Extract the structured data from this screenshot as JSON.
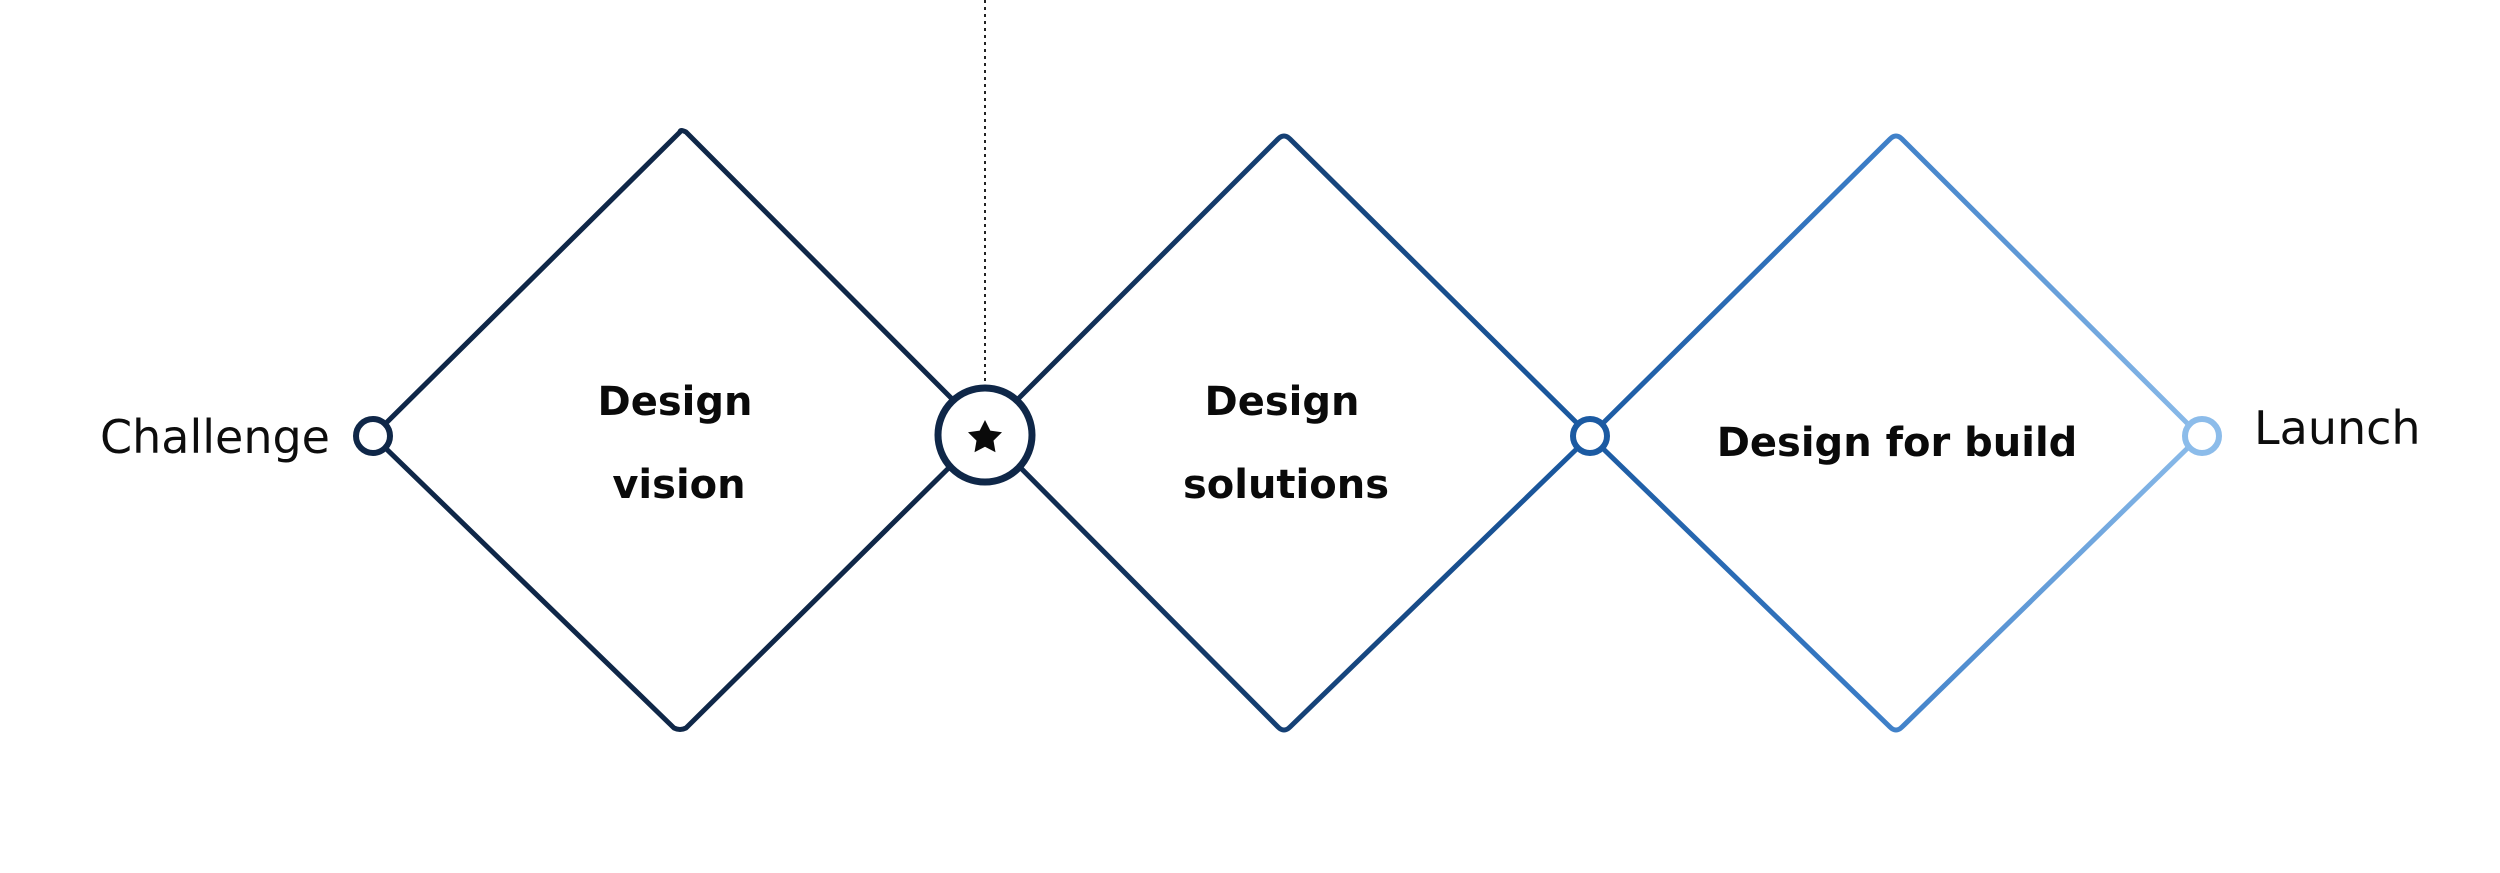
{
  "diagram": {
    "start_label": "Challenge",
    "end_label": "Launch",
    "stages": [
      {
        "lines": [
          "Design",
          "vision"
        ]
      },
      {
        "lines": [
          "Design",
          "solutions"
        ]
      },
      {
        "lines": [
          "Design for build"
        ]
      }
    ],
    "milestone_icon": "star-icon",
    "colors": {
      "navy": "#0f2748",
      "mid_blue": "#1b5aa2",
      "light_blue": "#8cbcea",
      "text": "#0a0a0a",
      "background": "#ffffff"
    }
  }
}
